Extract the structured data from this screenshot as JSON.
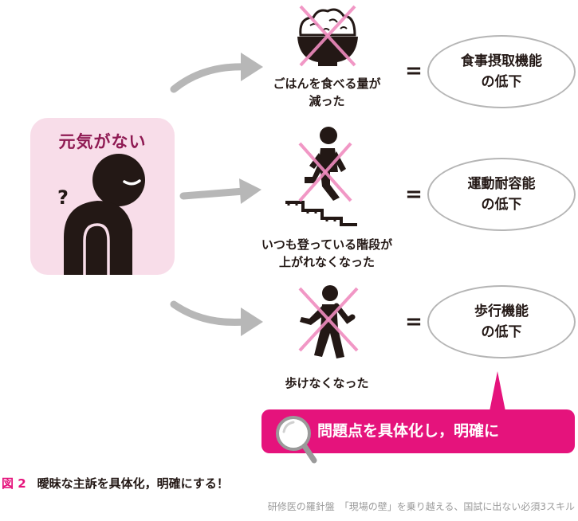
{
  "person": {
    "title": "元気がない",
    "question_mark": "?"
  },
  "rows": [
    {
      "caption": "ごはんを食べる量が\n減った",
      "icon": "rice-bowl-icon",
      "result": "食事摂取機能\nの低下"
    },
    {
      "caption": "いつも登っている階段が\n上がれなくなった",
      "icon": "stairs-climbing-icon",
      "result": "運動耐容能\nの低下"
    },
    {
      "caption": "歩けなくなった",
      "icon": "walking-person-icon",
      "result": "歩行機能\nの低下"
    }
  ],
  "equals": "=",
  "callout": {
    "text": "問題点を具体化し，明確に",
    "icon": "magnifier-icon"
  },
  "figure": {
    "number": "図 2",
    "caption": "曖昧な主訴を具体化，明確にする！",
    "source": "研修医の羅針盤　「現場の壁」を乗り越える、国試に出ない必須3スキル"
  },
  "colors": {
    "accent": "#e5137c",
    "panel_bg": "#f8dde9",
    "title": "#8f1a53",
    "cross": "#f08cbf",
    "arrow": "#b7b7b7",
    "oval_border": "#b5b5b5"
  }
}
